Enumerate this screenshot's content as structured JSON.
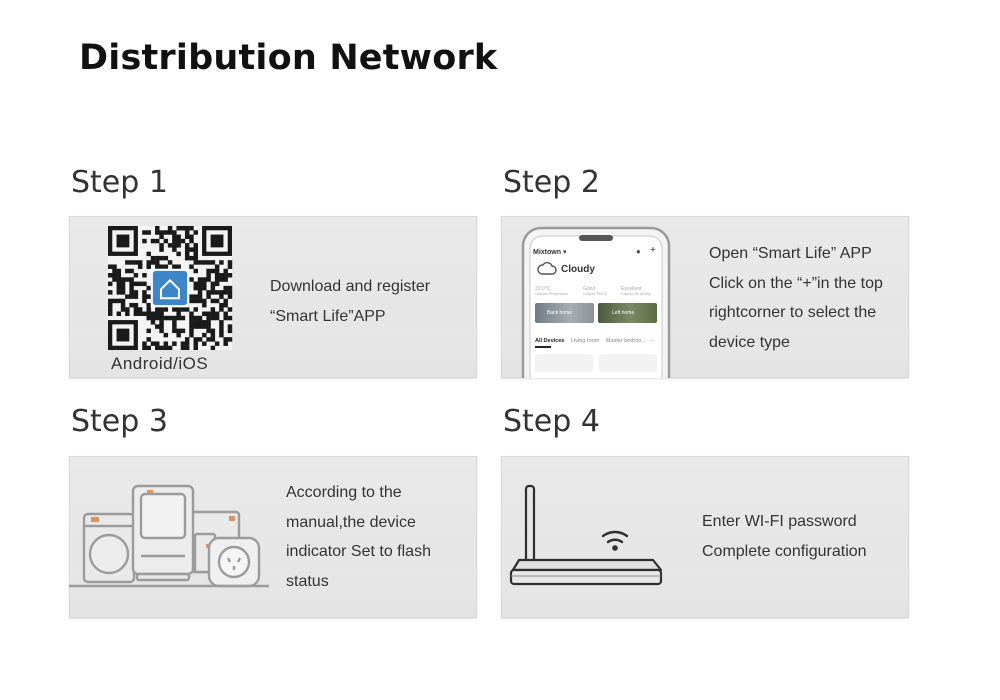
{
  "page": {
    "title": "Distribution Network"
  },
  "steps": [
    {
      "heading": "Step 1",
      "lines": [
        "Download and register",
        "“Smart Life”APP"
      ],
      "qr_caption": "Android/iOS",
      "icon": "qr-code-icon"
    },
    {
      "heading": "Step 2",
      "lines": [
        "Open “Smart Life” APP",
        "Click on the “+”in the top",
        "rightcorner to select the",
        "device type"
      ],
      "phone": {
        "location": "Mixtown",
        "weather": "Cloudy",
        "stat1_value": "23.0°C",
        "stat1_label": "Outdoor Temperature",
        "stat2_value": "Good",
        "stat2_label": "Outdoor PM2.5",
        "stat3_value": "Excellent",
        "stat3_label": "Outdoor Air Quality",
        "scene1": "Back home",
        "scene2": "Left home",
        "tabs": [
          "All Devices",
          "Living room",
          "Master bedroo..."
        ]
      },
      "icon": "smartphone-icon"
    },
    {
      "heading": "Step 3",
      "lines": [
        "According to the",
        "manual,the device",
        "indicator Set to flash",
        "status"
      ],
      "icon": "smart-devices-icon"
    },
    {
      "heading": "Step 4",
      "lines": [
        "Enter WI-FI password",
        "Complete configuration"
      ],
      "icon": "wifi-router-icon"
    }
  ],
  "colors": {
    "card_bg": "#e6e6e6",
    "heading": "#333333",
    "app_blue": "#3d86c8"
  }
}
